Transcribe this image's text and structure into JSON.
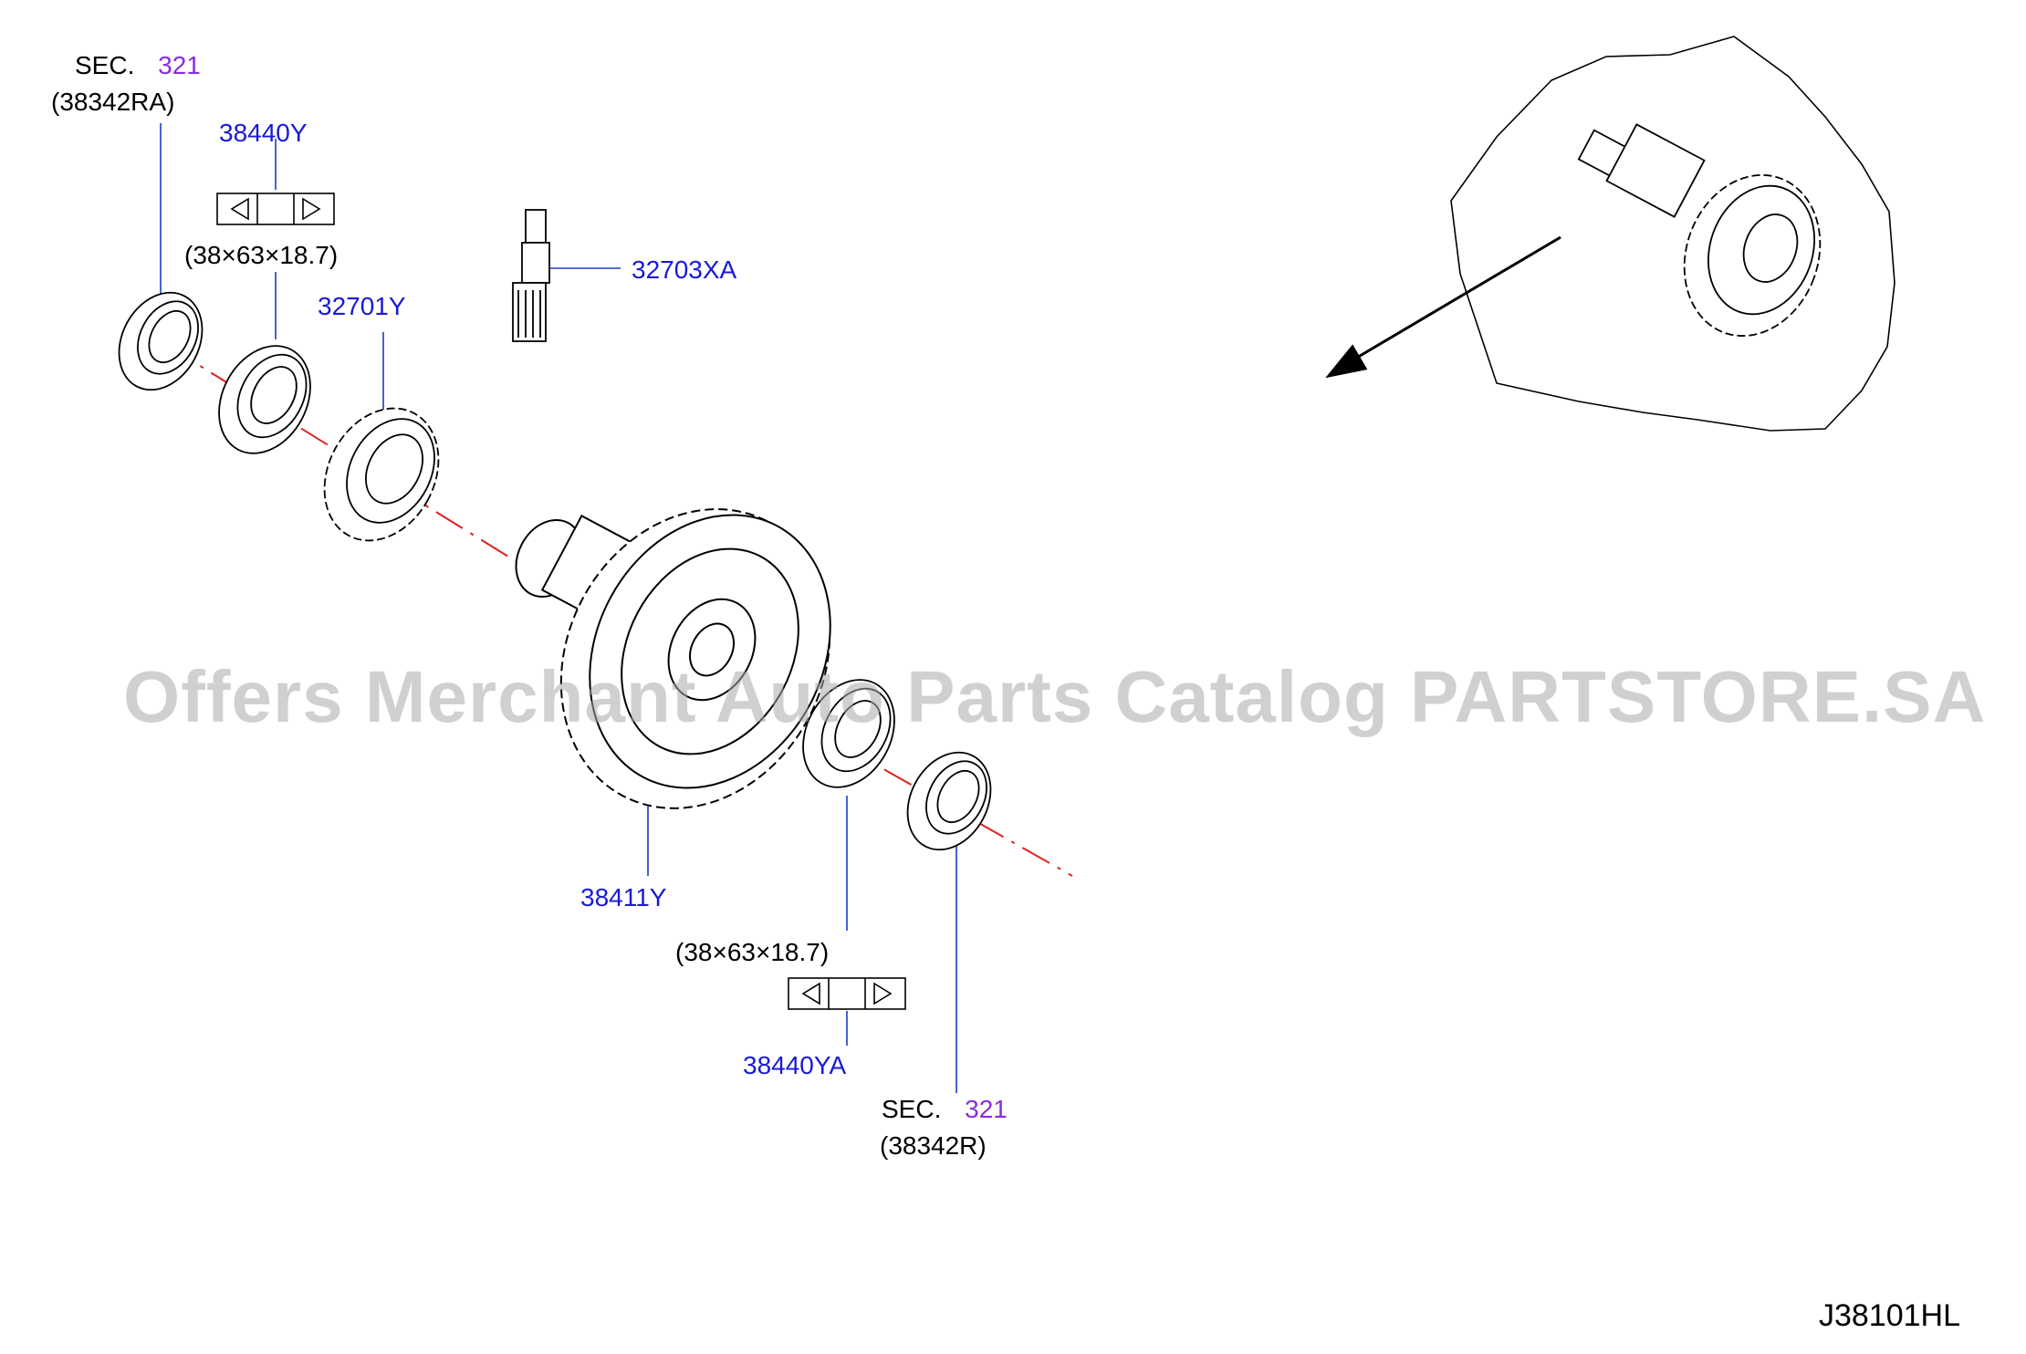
{
  "callouts": {
    "sec_top": {
      "prefix": "SEC.",
      "number": "321",
      "part": "(38342RA)"
    },
    "bearing_top_part": "38440Y",
    "bearing_top_size": "(38×63×18.7)",
    "gear_speedo": "32701Y",
    "shaft_speedo": "32703XA",
    "diff_case": "38411Y",
    "bearing_bottom_size": "(38×63×18.7)",
    "bearing_bottom_part": "38440YA",
    "sec_bottom": {
      "prefix": "SEC.",
      "number": "321",
      "part": "(38342R)"
    }
  },
  "watermark": "Offers Merchant Auto Parts Catalog PARTSTORE.SA",
  "diagram_ref": "J38101HL",
  "colors": {
    "part_number": "#1a1ad6",
    "section_link": "#8a2be2",
    "axis_line": "#e02020",
    "leader_line": "#1a3cc8"
  }
}
